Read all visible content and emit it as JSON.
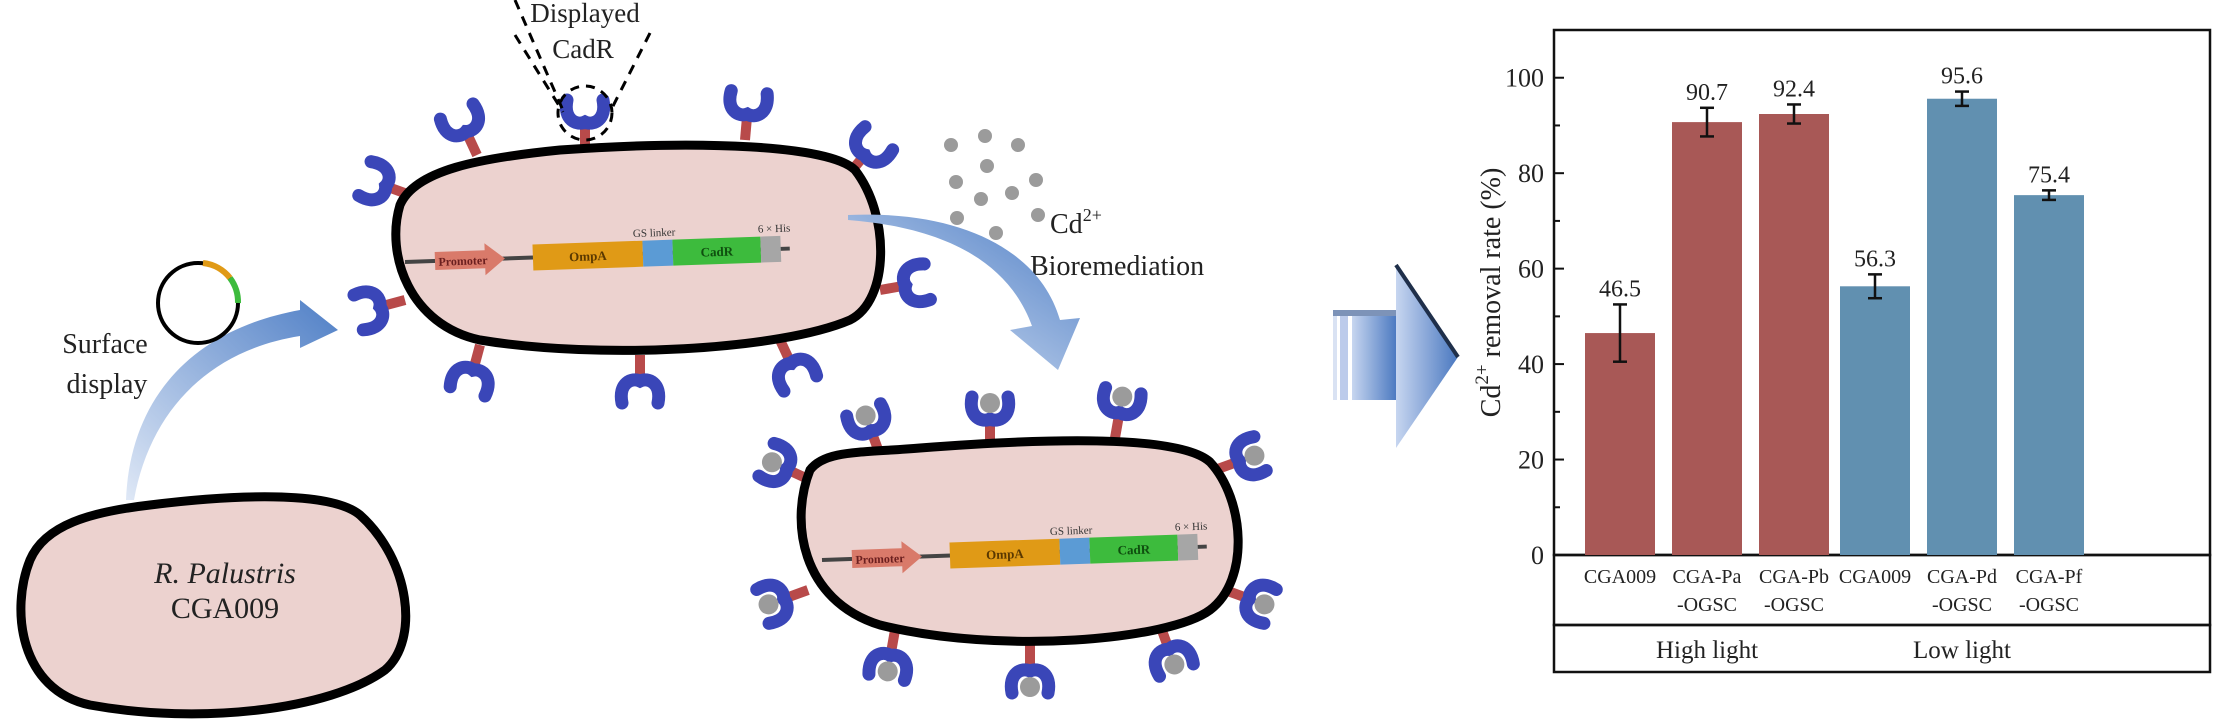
{
  "colors": {
    "cell_fill": "#ecd2cf",
    "cell_outline": "#000000",
    "receptor_blue": "#3a46b8",
    "stalk_red": "#b84a4a",
    "cd_ion_gray": "#9b9b9b",
    "arrow_blue": "#5b86c9",
    "promoter": "#d97a6a",
    "ompa": "#e09a16",
    "gs_linker": "#5b9bd5",
    "cadr": "#3dbb3d",
    "his_tag": "#a6a6a6",
    "high_light_bar": "#a85856",
    "low_light_bar": "#6190b0"
  },
  "diagram": {
    "callout_label_line1": "Displayed",
    "callout_label_line2": "CadR",
    "surface_display_line1": "Surface",
    "surface_display_line2": "display",
    "wild_type_cell": {
      "species": "R. Palustris",
      "strain": "CGA009"
    },
    "construct": {
      "promoter": "Promoter",
      "ompa": "OmpA",
      "gs_linker": "GS linker",
      "cadr": "CadR",
      "his_tag": "6 × His"
    },
    "cd_label_base": "Cd",
    "cd_label_sup": "2+",
    "bioremediation_label": "Bioremediation"
  },
  "chart_data": {
    "type": "bar",
    "title": "",
    "ylabel_base": "Cd",
    "ylabel_sup": "2+",
    "ylabel_rest": " removal rate (%)",
    "ylim": [
      0,
      110
    ],
    "yticks": [
      0,
      20,
      40,
      60,
      80,
      100
    ],
    "grid": false,
    "groups": [
      {
        "name": "High light",
        "color_key": "high_light_bar",
        "categories": [
          [
            "CGA009",
            ""
          ],
          [
            "CGA-Pa",
            "-OGSC"
          ],
          [
            "CGA-Pb",
            "-OGSC"
          ]
        ],
        "values": [
          46.5,
          90.7,
          92.4
        ],
        "errors": [
          6.0,
          3.0,
          2.0
        ]
      },
      {
        "name": "Low light",
        "color_key": "low_light_bar",
        "categories": [
          [
            "CGA009",
            ""
          ],
          [
            "CGA-Pd",
            "-OGSC"
          ],
          [
            "CGA-Pf",
            "-OGSC"
          ]
        ],
        "values": [
          56.3,
          95.6,
          75.4
        ],
        "errors": [
          2.5,
          1.5,
          1.0
        ]
      }
    ]
  }
}
